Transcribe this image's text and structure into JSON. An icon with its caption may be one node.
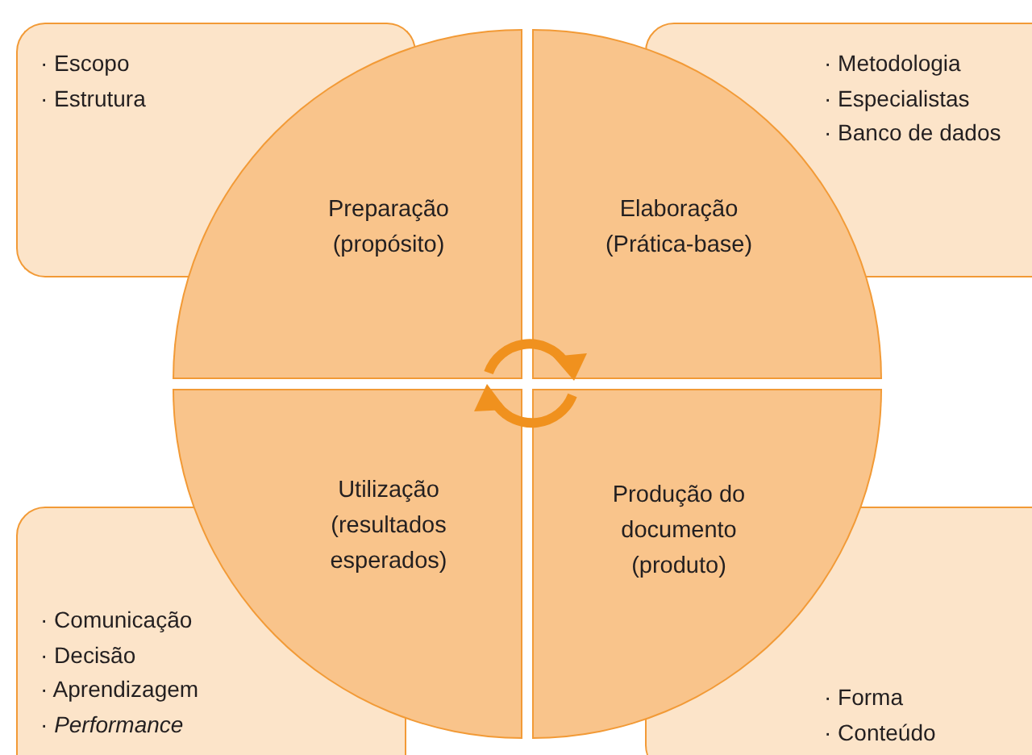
{
  "diagram": {
    "nodes": [
      {
        "text": [
          "· Escopo",
          "· Estrutura"
        ]
      },
      {
        "text": [
          "· Metodologia",
          "· Especialistas",
          "· Banco de dados"
        ]
      },
      {
        "text": [
          "Preparação",
          "(propósito)"
        ]
      },
      {
        "text": [
          "Elaboração",
          "(Prática-base)"
        ]
      },
      {
        "text": [
          "Utilização",
          "(resultados esperados)"
        ]
      },
      {
        "text": [
          "Produção do documento",
          "(produto)"
        ]
      },
      {
        "text": [
          "· Comunicação",
          "· Decisão",
          "· Aprendizagem",
          "· *Performance*"
        ]
      },
      {
        "text": [
          "· Forma",
          "· Conteúdo"
        ]
      }
    ]
  }
}
